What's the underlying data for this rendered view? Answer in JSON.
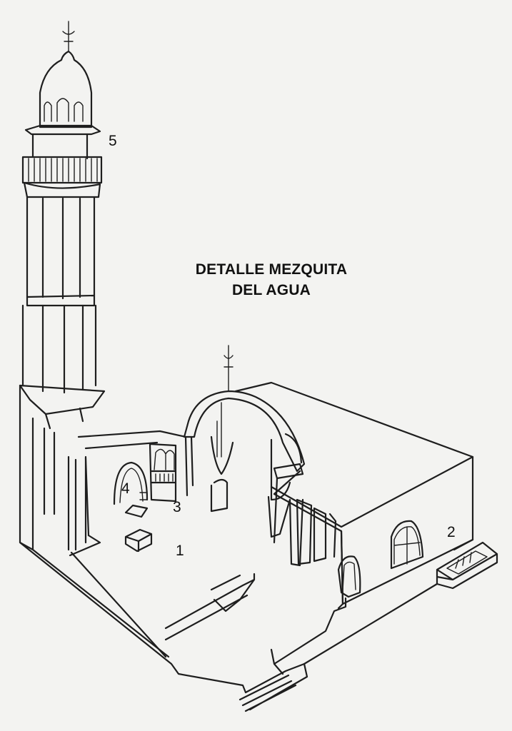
{
  "title": {
    "line1": "DETALLE MEZQUITA",
    "line2": "DEL AGUA"
  },
  "labels": {
    "n1": "1",
    "n2": "2",
    "n3": "3",
    "n4": "4",
    "n5": "5"
  }
}
